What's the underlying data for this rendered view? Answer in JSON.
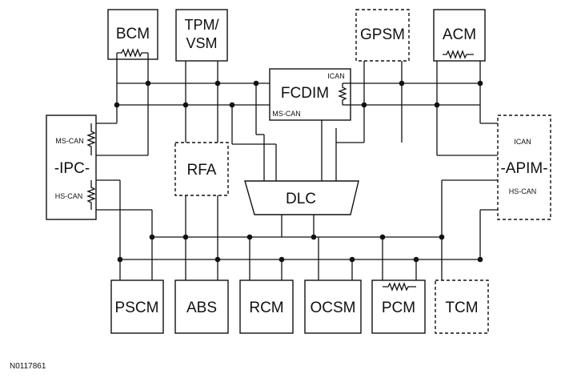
{
  "figure_id": "N0117861",
  "modules": {
    "bcm": "BCM",
    "tpm_line1": "TPM/",
    "tpm_line2": "VSM",
    "gpsm": "GPSM",
    "acm": "ACM",
    "fcdim": "FCDIM",
    "fcdim_ican": "ICAN",
    "fcdim_mscan": "MS-CAN",
    "ipc": "-IPC-",
    "ipc_mscan": "MS-CAN",
    "ipc_hscan": "HS-CAN",
    "rfa": "RFA",
    "dlc": "DLC",
    "apim": "-APIM-",
    "apim_ican": "ICAN",
    "apim_hscan": "HS-CAN",
    "pscm": "PSCM",
    "abs": "ABS",
    "rcm": "RCM",
    "ocsm": "OCSM",
    "pcm": "PCM",
    "tcm": "TCM"
  }
}
